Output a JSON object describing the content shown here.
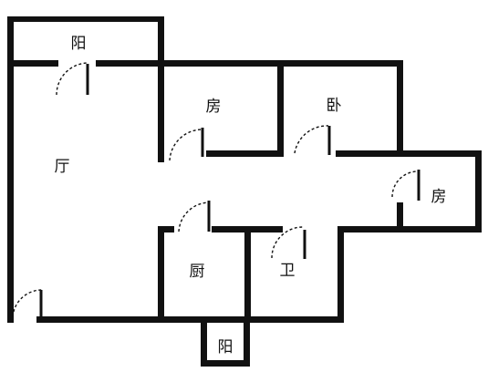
{
  "rooms": {
    "balcony_top": "阳",
    "bedroom_1": "房",
    "master_bedroom": "卧",
    "living_room": "厅",
    "bedroom_2": "房",
    "kitchen": "厨",
    "bathroom": "卫",
    "balcony_bottom": "阳"
  },
  "colors": {
    "wall": "#111111",
    "background": "#ffffff"
  }
}
